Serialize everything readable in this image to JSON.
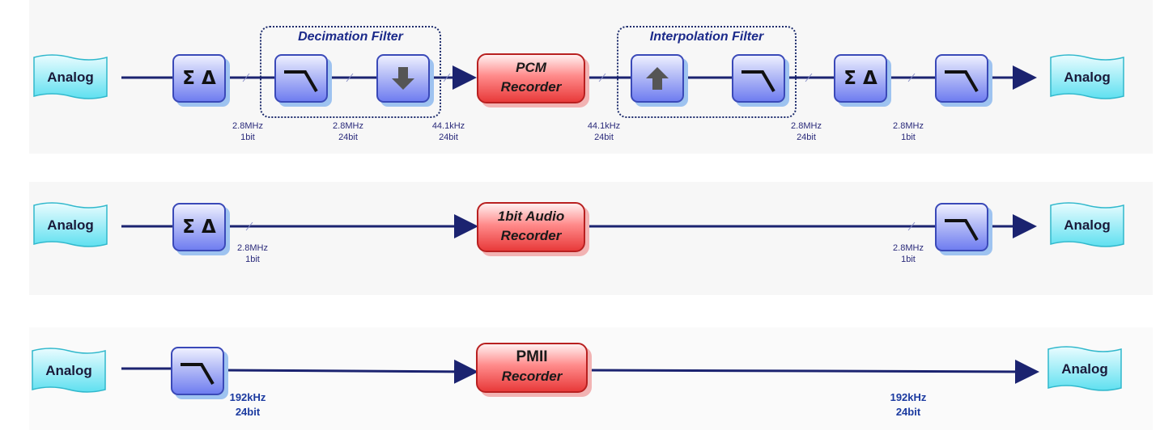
{
  "colors": {
    "wire": "#1b2370",
    "block": "#6f7df0",
    "recorder": "#e83a3a",
    "analog": "#5fe0f0"
  },
  "rows": [
    {
      "input": "Analog",
      "output": "Analog",
      "sigma_delta_1": "Σ Δ",
      "sigma_delta_2": "Σ Δ",
      "decimation_label": "Decimation Filter",
      "interpolation_label": "Interpolation Filter",
      "recorder": {
        "line1": "PCM",
        "line2": "Recorder"
      },
      "rates": [
        {
          "freq": "2.8MHz",
          "bits": "1bit"
        },
        {
          "freq": "2.8MHz",
          "bits": "24bit"
        },
        {
          "freq": "44.1kHz",
          "bits": "24bit"
        },
        {
          "freq": "44.1kHz",
          "bits": "24bit"
        },
        {
          "freq": "2.8MHz",
          "bits": "24bit"
        },
        {
          "freq": "2.8MHz",
          "bits": "1bit"
        }
      ]
    },
    {
      "input": "Analog",
      "output": "Analog",
      "sigma_delta": "Σ Δ",
      "recorder": {
        "line1": "1bit Audio",
        "line2": "Recorder"
      },
      "rates": [
        {
          "freq": "2.8MHz",
          "bits": "1bit"
        },
        {
          "freq": "2.8MHz",
          "bits": "1bit"
        }
      ]
    },
    {
      "input": "Analog",
      "output": "Analog",
      "recorder": {
        "line1": "PMII",
        "line2": "Recorder"
      },
      "rates": [
        {
          "freq": "192kHz",
          "bits": "24bit"
        },
        {
          "freq": "192kHz",
          "bits": "24bit"
        }
      ]
    }
  ]
}
